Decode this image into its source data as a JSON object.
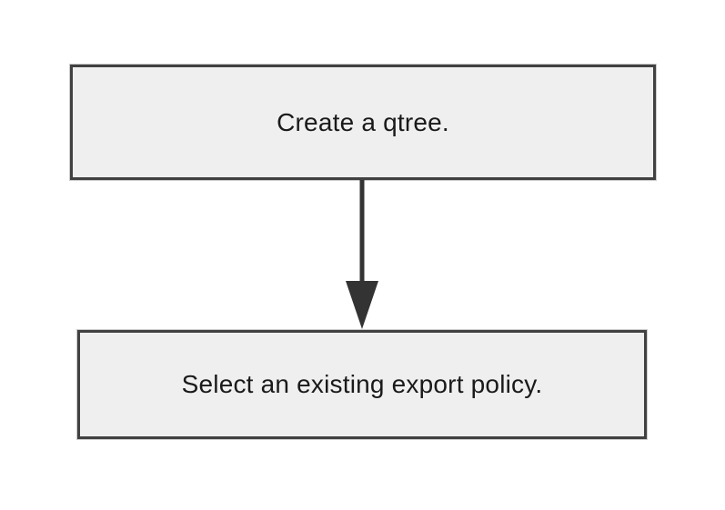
{
  "diagram": {
    "type": "flowchart",
    "background_color": "#ffffff",
    "node_fill_color": "#efefef",
    "node_border_color": "#414141",
    "arrow_color": "#333333",
    "text_color": "#1a1a1a",
    "nodes": [
      {
        "id": "create-qtree",
        "label": "Create a qtree."
      },
      {
        "id": "select-export-policy",
        "label": "Select an existing export policy."
      }
    ],
    "connectors": [
      {
        "from": "create-qtree",
        "to": "select-export-policy",
        "direction": "down",
        "style": "solid-arrow"
      }
    ]
  }
}
